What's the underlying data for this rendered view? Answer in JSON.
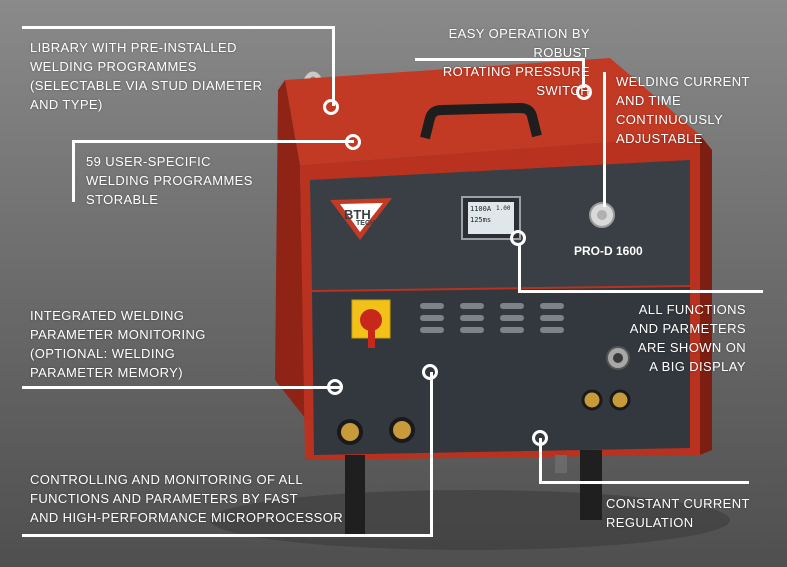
{
  "callouts": {
    "library": "LIBRARY WITH PRE-INSTALLED\nWELDING PROGRAMMES\n(SELECTABLE VIA STUD DIAMETER\nAND TYPE)",
    "user_programs": "59 USER-SPECIFIC\nWELDING PROGRAMMES\nSTORABLE",
    "easy_operation": "EASY OPERATION BY ROBUST\nROTATING PRESSURE SWITCH",
    "current_time": "WELDING CURRENT\nAND TIME\nCONTINUOUSLY\nADJUSTABLE",
    "all_functions": "ALL FUNCTIONS\nAND PARMETERS\nARE SHOWN ON\nA BIG DISPLAY",
    "monitoring": "INTEGRATED WELDING\nPARAMETER MONITORING\n(OPTIONAL: WELDING\nPARAMETER MEMORY)",
    "microprocessor": "CONTROLLING AND MONITORING OF ALL\nFUNCTIONS AND PARAMETERS BY FAST\nAND HIGH-PERFORMANCE MICROPROCESSOR",
    "constant_current": "CONSTANT CURRENT\nREGULATION"
  },
  "device": {
    "brand": "BTH",
    "brand_sub": "TECH",
    "model": "PRO-D 1600",
    "display_line1": "1100A",
    "display_line2": "125ms",
    "display_corner": "1.00"
  },
  "colors": {
    "housing_red": "#b8321f",
    "panel_dark": "#3a3f45",
    "callout_white": "#ffffff"
  }
}
